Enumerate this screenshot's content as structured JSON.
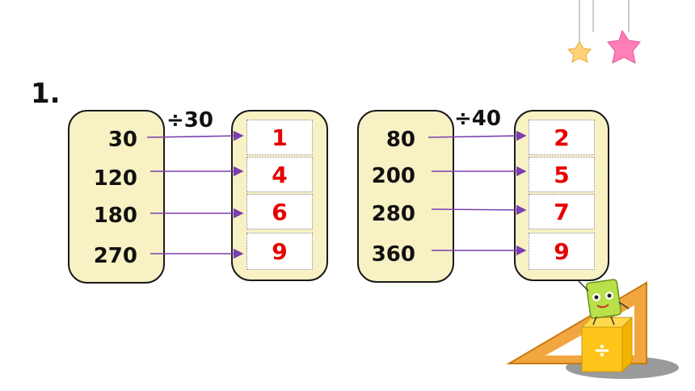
{
  "question_number": "1.",
  "groups": [
    {
      "operator": "÷30",
      "inputs": [
        "30",
        "120",
        "180",
        "270"
      ],
      "answers": [
        "1",
        "4",
        "6",
        "9"
      ]
    },
    {
      "operator": "÷40",
      "inputs": [
        "80",
        "200",
        "280",
        "360"
      ],
      "answers": [
        "2",
        "5",
        "7",
        "9"
      ]
    }
  ],
  "colors": {
    "panel_fill": "#f8f1c4",
    "arrow": "#7b3fb0",
    "answer_text": "#e60000"
  },
  "decorations": {
    "top_right": "hanging-stars-icon",
    "bottom_right": "mascot-ruler-cube-icon",
    "cube_symbol": "÷"
  }
}
